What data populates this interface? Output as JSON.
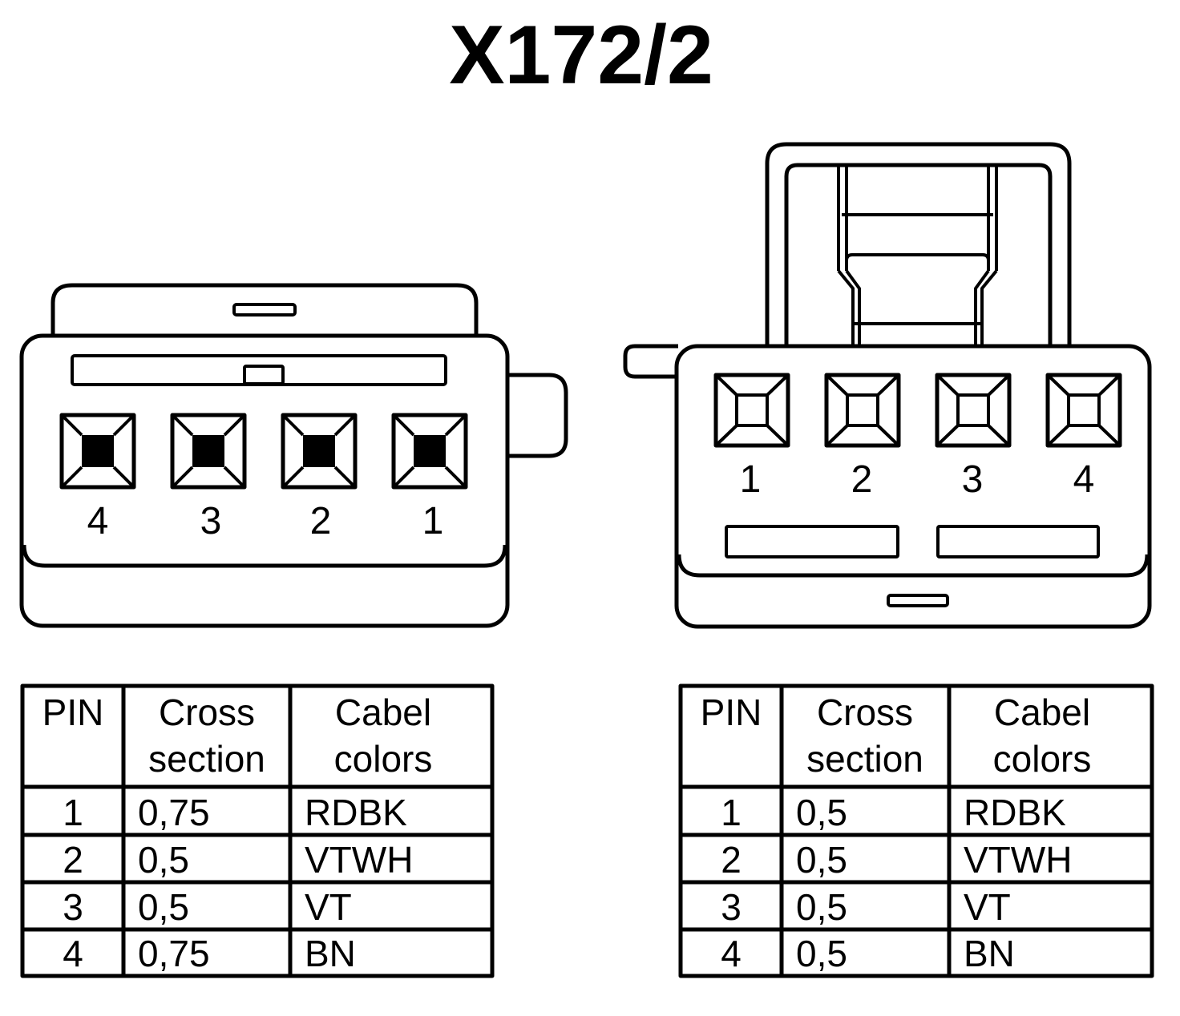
{
  "title": "X172/2",
  "left_connector": {
    "pin_labels": [
      "4",
      "3",
      "2",
      "1"
    ]
  },
  "right_connector": {
    "pin_labels": [
      "1",
      "2",
      "3",
      "4"
    ]
  },
  "tables": [
    {
      "headers": {
        "pin": "PIN",
        "cross_line1": "Cross",
        "cross_line2": "section",
        "color_line1": "Cabel",
        "color_line2": "colors"
      },
      "rows": [
        {
          "pin": "1",
          "cross": "0,75",
          "color": "RDBK"
        },
        {
          "pin": "2",
          "cross": "0,5",
          "color": "VTWH"
        },
        {
          "pin": "3",
          "cross": "0,5",
          "color": "VT"
        },
        {
          "pin": "4",
          "cross": "0,75",
          "color": "BN"
        }
      ]
    },
    {
      "headers": {
        "pin": "PIN",
        "cross_line1": "Cross",
        "cross_line2": "section",
        "color_line1": "Cabel",
        "color_line2": "colors"
      },
      "rows": [
        {
          "pin": "1",
          "cross": "0,5",
          "color": "RDBK"
        },
        {
          "pin": "2",
          "cross": "0,5",
          "color": "VTWH"
        },
        {
          "pin": "3",
          "cross": "0,5",
          "color": "VT"
        },
        {
          "pin": "4",
          "cross": "0,5",
          "color": "BN"
        }
      ]
    }
  ]
}
